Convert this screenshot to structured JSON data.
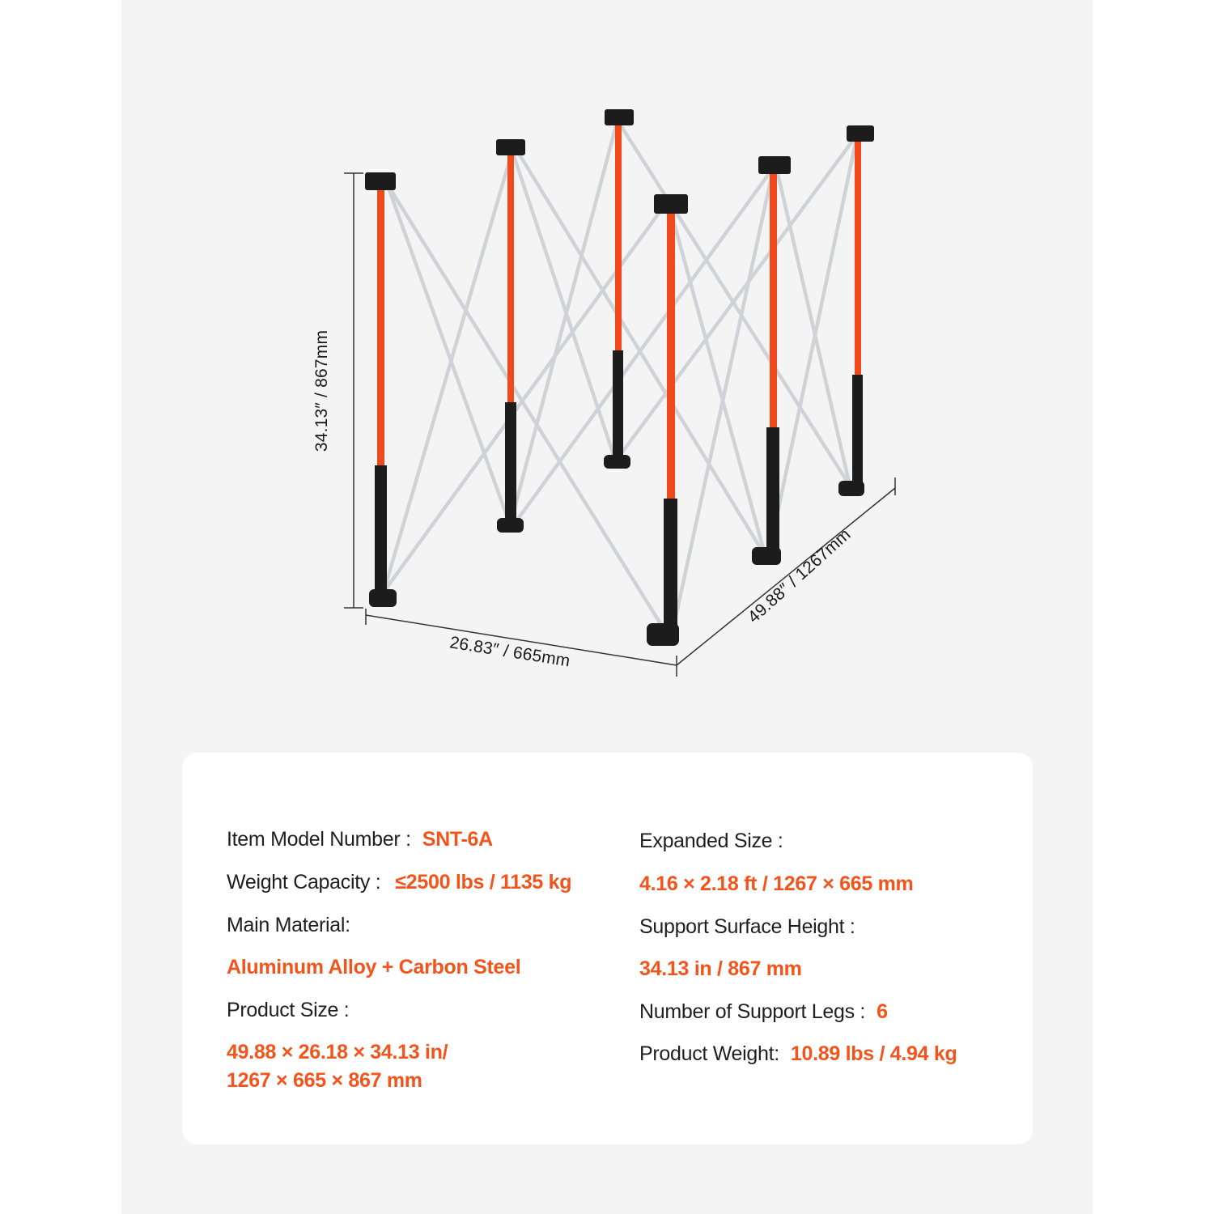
{
  "dimensions": {
    "height_label": "34.13″ / 867mm",
    "width_label": "26.83″ / 665mm",
    "depth_label": "49.88″ / 1267mm"
  },
  "specs": {
    "model_label": "Item Model Number :",
    "model_value": "SNT-6A",
    "capacity_label": "Weight Capacity :",
    "capacity_value": "≤2500 lbs / 1135 kg",
    "material_label": "Main Material:",
    "material_value": "Aluminum Alloy + Carbon Steel",
    "product_size_label": "Product Size :",
    "product_size_value_line1": "49.88 × 26.18 × 34.13 in/",
    "product_size_value_line2": "1267 × 665 × 867 mm",
    "expanded_label": "Expanded Size :",
    "expanded_value": "4.16 × 2.18 ft / 1267 × 665 mm",
    "surface_height_label": "Support Surface Height :",
    "surface_height_value": "34.13 in / 867 mm",
    "legs_label": "Number of Support Legs :",
    "legs_value": "6",
    "weight_label": "Product Weight:",
    "weight_value": "10.89 lbs / 4.94 kg"
  },
  "colors": {
    "accent": "#f2541b",
    "leg_orange": "#f0491c",
    "strut_gray": "#cfd2d6",
    "background": "#f4f4f4"
  }
}
